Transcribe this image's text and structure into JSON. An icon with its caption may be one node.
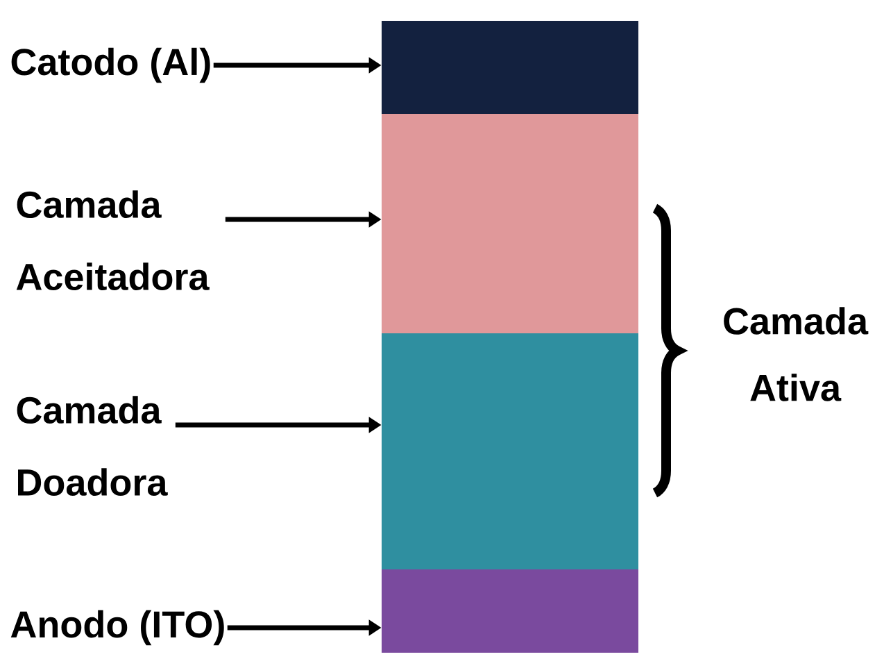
{
  "diagram": {
    "nodes": [
      {
        "text": [
          "Catodo (Al)"
        ]
      },
      {
        "text": [
          "Camada Aceitadora"
        ]
      },
      {
        "text": [
          "Camada Doadora"
        ]
      },
      {
        "text": [
          "Anodo (ITO)"
        ]
      },
      {
        "text": [],
        "shape": "box"
      },
      {
        "text": [],
        "shape": "box"
      },
      {
        "text": [],
        "shape": "box"
      },
      {
        "text": [],
        "shape": "box"
      }
    ],
    "edges": [
      {
        "from": 0,
        "to": 4,
        "arrow": "to"
      },
      {
        "from": 1,
        "to": 5,
        "arrow": "to"
      },
      {
        "from": 2,
        "to": 6,
        "arrow": "to"
      },
      {
        "from": 3,
        "to": 7,
        "arrow": "to"
      }
    ],
    "labels": [
      "Camada Ativa"
    ]
  }
}
